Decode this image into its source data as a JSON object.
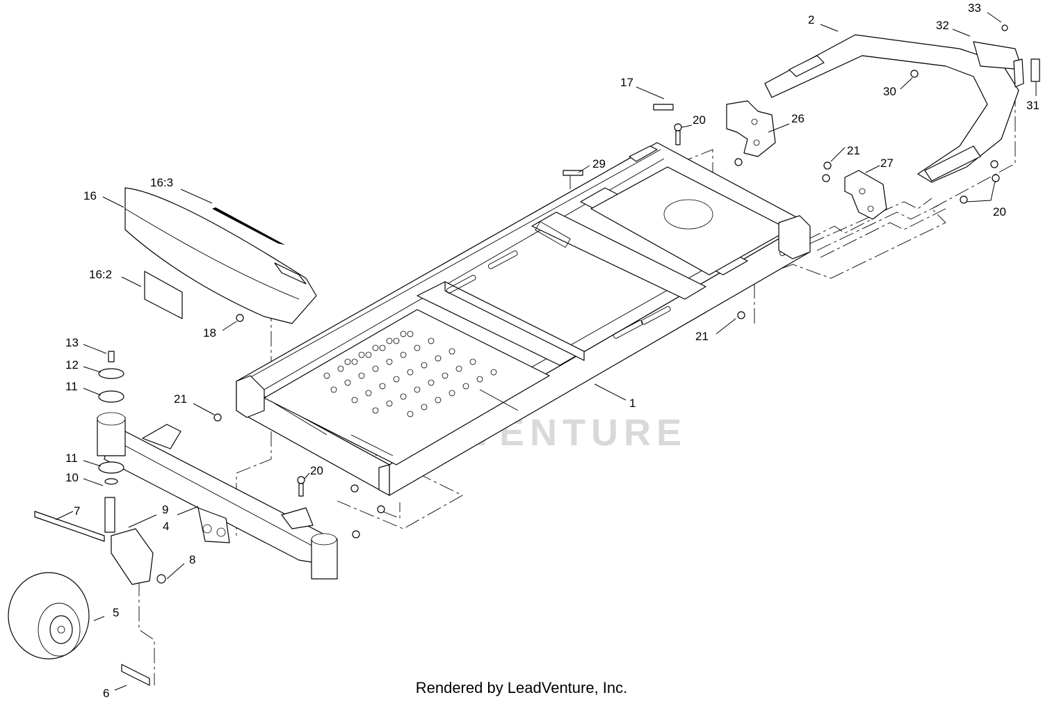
{
  "watermark": {
    "text": "LEADVENTURE"
  },
  "footer": {
    "credit": "Rendered by LeadVenture, Inc."
  },
  "callouts": {
    "c1": "1",
    "c2": "2",
    "c4": "4",
    "c5": "5",
    "c6": "6",
    "c7": "7",
    "c8": "8",
    "c9": "9",
    "c10": "10",
    "c11a": "11",
    "c11b": "11",
    "c12": "12",
    "c13": "13",
    "c16": "16",
    "c16_2": "16:2",
    "c16_3": "16:3",
    "c17": "17",
    "c18": "18",
    "c20a": "20",
    "c20b": "20",
    "c20c": "20",
    "c21a": "21",
    "c21b": "21",
    "c21c": "21",
    "c26": "26",
    "c27": "27",
    "c29": "29",
    "c30": "30",
    "c31": "31",
    "c32": "32",
    "c33": "33"
  }
}
